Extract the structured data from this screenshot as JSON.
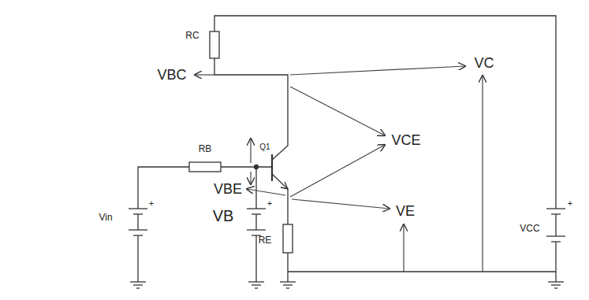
{
  "diagram": {
    "labels": [
      "RC",
      "VBC",
      "RB",
      "VCE",
      "VC",
      "Q1",
      "VBE",
      "VE",
      "Vin",
      "VB",
      "+",
      "RE",
      "+",
      "VCC",
      "+"
    ]
  }
}
